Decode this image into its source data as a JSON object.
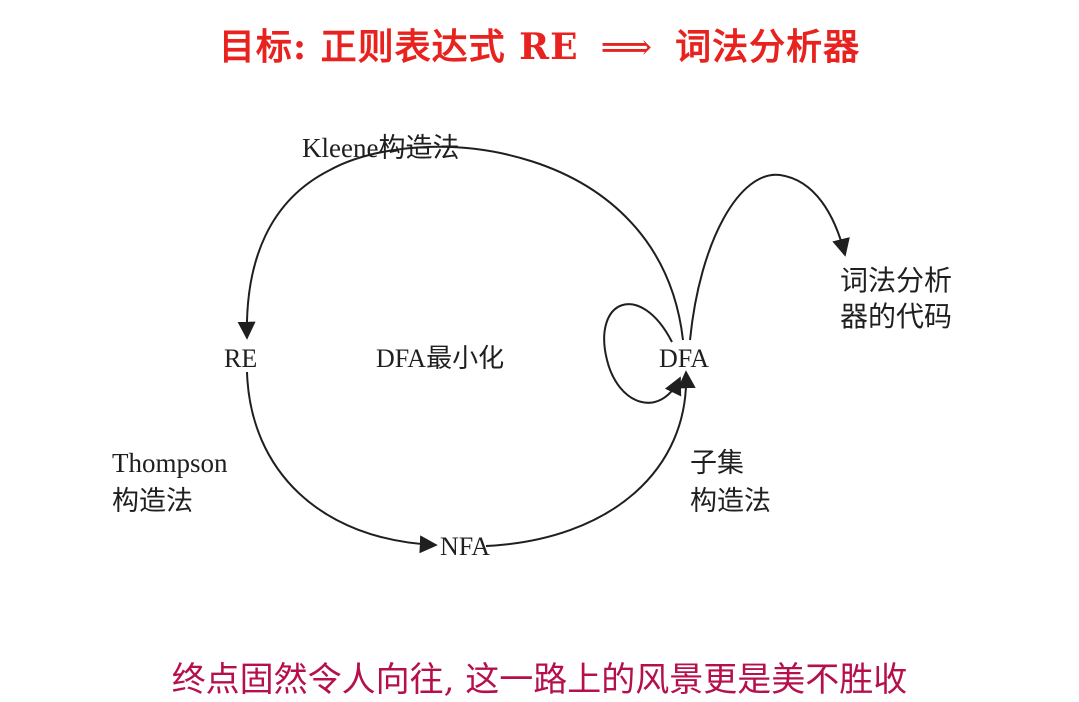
{
  "title": {
    "prefix": "目标: 正则表达式 RE",
    "arrow": "⟹",
    "suffix": "词法分析器"
  },
  "diagram": {
    "kleene": "Kleene构造法",
    "re": "RE",
    "dfa_min": "DFA最小化",
    "dfa": "DFA",
    "nfa": "NFA",
    "thompson_line1": "Thompson",
    "thompson_line2": "构造法",
    "subset_line1": "子集",
    "subset_line2": "构造法",
    "code_line1": "词法分析",
    "code_line2": "器的代码"
  },
  "footer": "终点固然令人向往, 这一路上的风景更是美不胜收"
}
